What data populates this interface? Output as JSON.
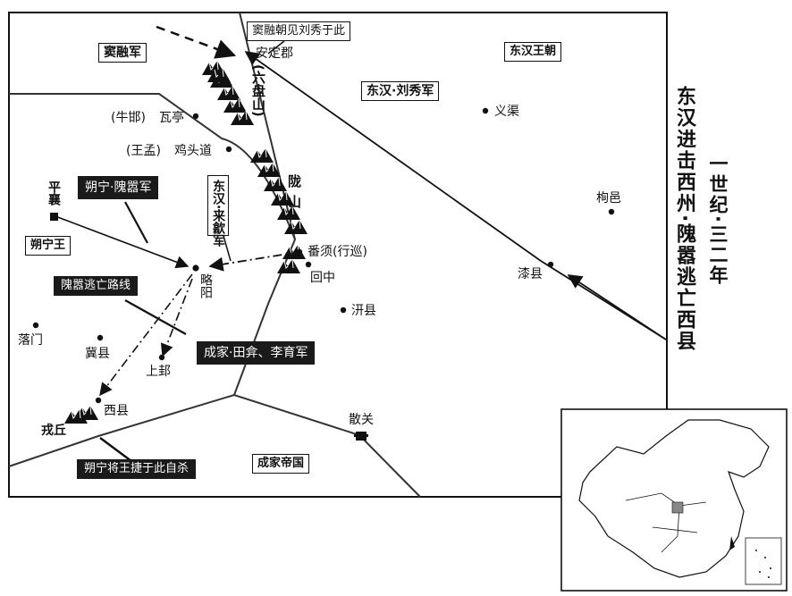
{
  "title": {
    "line1": "一世纪·三二年",
    "line2": "东汉进击西州·隗嚣逃亡西县"
  },
  "regions": {
    "east_han": "东汉王朝",
    "shuofang": "朔宁王",
    "chengjia": "成家帝国"
  },
  "places": {
    "anding": "安定郡",
    "yiqu": "义渠",
    "xunyi": "栒邑",
    "qixian": "漆县",
    "wating": "瓦亭",
    "niuhan": "(牛邯)",
    "jitoudao": "鸡头道",
    "wangyuan": "(王孟)",
    "fanxu": "番须(行巡)",
    "huizhong": "回中",
    "qianxian": "汧县",
    "lueyang": "略阳",
    "luomen": "落门",
    "jixian": "冀县",
    "shanggui": "上邽",
    "xixian": "西县",
    "xuqiu": "戎丘",
    "sanguan": "散关",
    "pingxiang": "平襄"
  },
  "mountains": {
    "liupan": "(六盘山)",
    "long": "陇山"
  },
  "armies": {
    "dourong": "窦融军",
    "dourong_meet": "窦融朝见刘秀于此",
    "liuxiu": "东汉·刘秀军",
    "laixi": "东汉·来歙军",
    "weixiao": "朔宁·隗嚣军",
    "escape": "隗嚣逃亡路线",
    "chengjia_army": "成家·田弇、李育军",
    "suicide": "朔宁将王捷于此自杀"
  },
  "icons": {
    "mountain": "mountain-icon",
    "city": "city-dot-icon",
    "capital": "capital-square-icon",
    "pass": "pass-fort-icon",
    "inset": "china-inset-map"
  }
}
